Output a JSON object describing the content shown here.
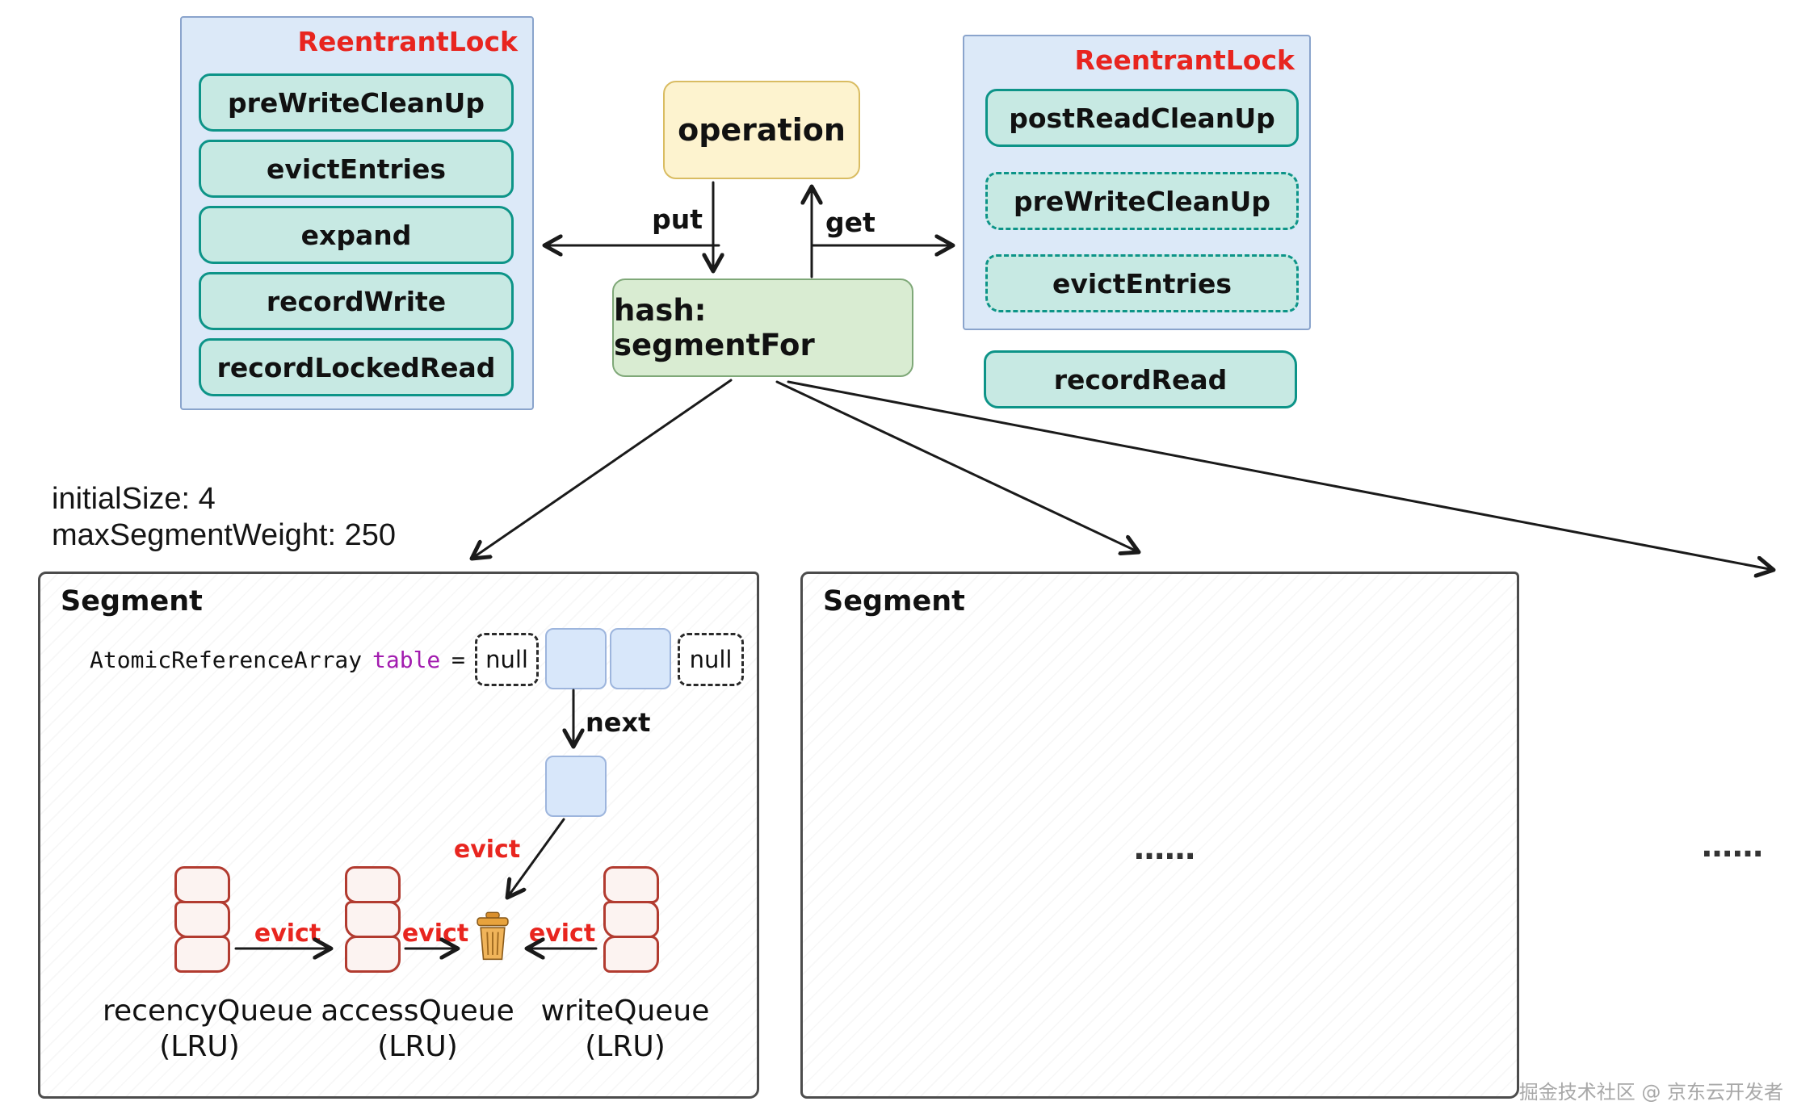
{
  "left_lock": {
    "title": "ReentrantLock",
    "items": [
      "preWriteCleanUp",
      "evictEntries",
      "expand",
      "recordWrite",
      "recordLockedRead"
    ]
  },
  "right_lock": {
    "title": "ReentrantLock",
    "items": [
      "postReadCleanUp",
      "preWriteCleanUp",
      "evictEntries"
    ],
    "outside_item": "recordRead"
  },
  "flow": {
    "operation_label": "operation",
    "put_label": "put",
    "get_label": "get",
    "hash_label": "hash: segmentFor"
  },
  "config": {
    "initial_size": "initialSize: 4",
    "max_segment_weight": "maxSegmentWeight: 250"
  },
  "segment_left": {
    "title": "Segment",
    "array_type": "AtomicReferenceArray",
    "array_name": "table",
    "equals_sign": "=",
    "null_left": "null",
    "null_right": "null",
    "next_label": "next",
    "node_evict_label": "evict",
    "queue_evict_labels": [
      "evict",
      "evict",
      "evict"
    ],
    "queues": [
      {
        "name": "recencyQueue",
        "type": "(LRU)"
      },
      {
        "name": "accessQueue",
        "type": "(LRU)"
      },
      {
        "name": "writeQueue",
        "type": "(LRU)"
      }
    ]
  },
  "segment_right": {
    "title": "Segment",
    "ellipsis": "……"
  },
  "far_ellipsis": "……",
  "watermark": "掘金技术社区 @ 京东云开发者",
  "colors": {
    "red_accent": "#e8251f",
    "teal_border": "#0d9488",
    "teal_fill": "#c7e9e3",
    "lock_panel_fill": "#dce9f8",
    "operation_fill": "#fdf3cf",
    "hash_fill": "#d9ecd2",
    "node_fill": "#d8e7fa",
    "queue_border": "#b23b30",
    "code_var_color": "#a21caf"
  }
}
